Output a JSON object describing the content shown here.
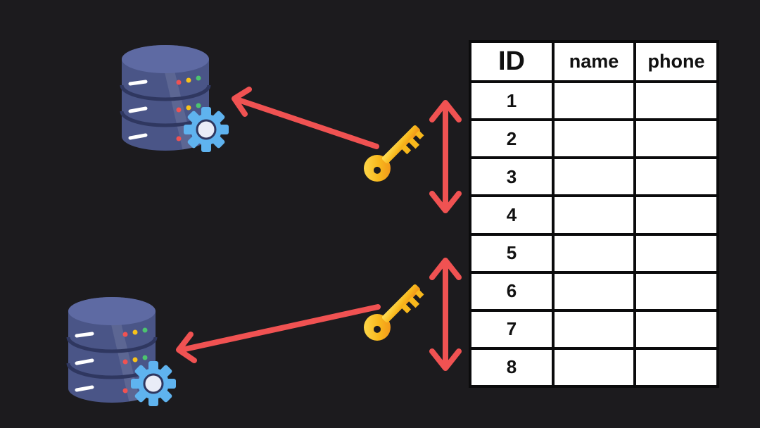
{
  "table": {
    "headers": [
      "ID",
      "name",
      "phone"
    ],
    "rows": [
      {
        "id": "1",
        "name": "",
        "phone": ""
      },
      {
        "id": "2",
        "name": "",
        "phone": ""
      },
      {
        "id": "3",
        "name": "",
        "phone": ""
      },
      {
        "id": "4",
        "name": "",
        "phone": ""
      },
      {
        "id": "5",
        "name": "",
        "phone": ""
      },
      {
        "id": "6",
        "name": "",
        "phone": ""
      },
      {
        "id": "7",
        "name": "",
        "phone": ""
      },
      {
        "id": "8",
        "name": "",
        "phone": ""
      }
    ]
  },
  "icons": {
    "database": "database-server-gear-icon",
    "key": "key-icon",
    "arrow": "double-headed-arrow-icon"
  },
  "colors": {
    "background": "#1c1b1e",
    "arrow": "#f05252",
    "database_body": "#4a5587",
    "gear": "#5fb3ef",
    "key": "#f8c21a",
    "table_border": "#0b0b0c",
    "table_fill": "#ffffff"
  }
}
